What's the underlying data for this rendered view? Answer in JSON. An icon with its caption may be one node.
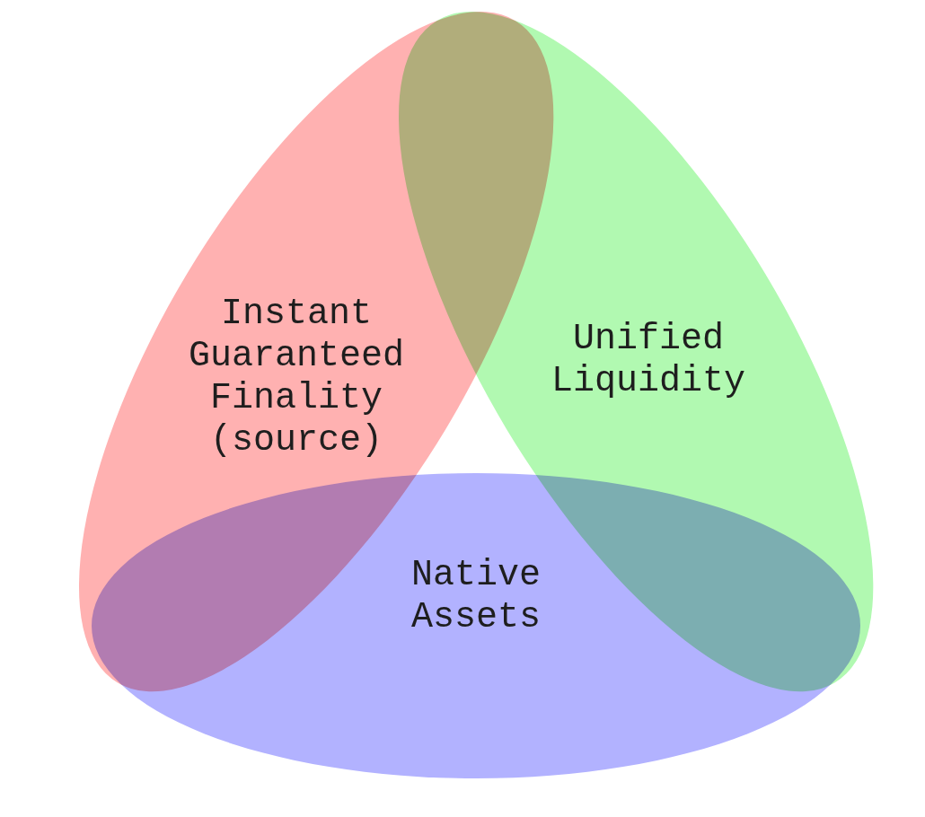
{
  "diagram": {
    "nodes": [
      {
        "text": [
          "Instant Guaranteed Finality (source)"
        ]
      },
      {
        "text": [
          "Unified Liquidity"
        ]
      },
      {
        "text": [
          "Native Assets"
        ]
      }
    ]
  }
}
